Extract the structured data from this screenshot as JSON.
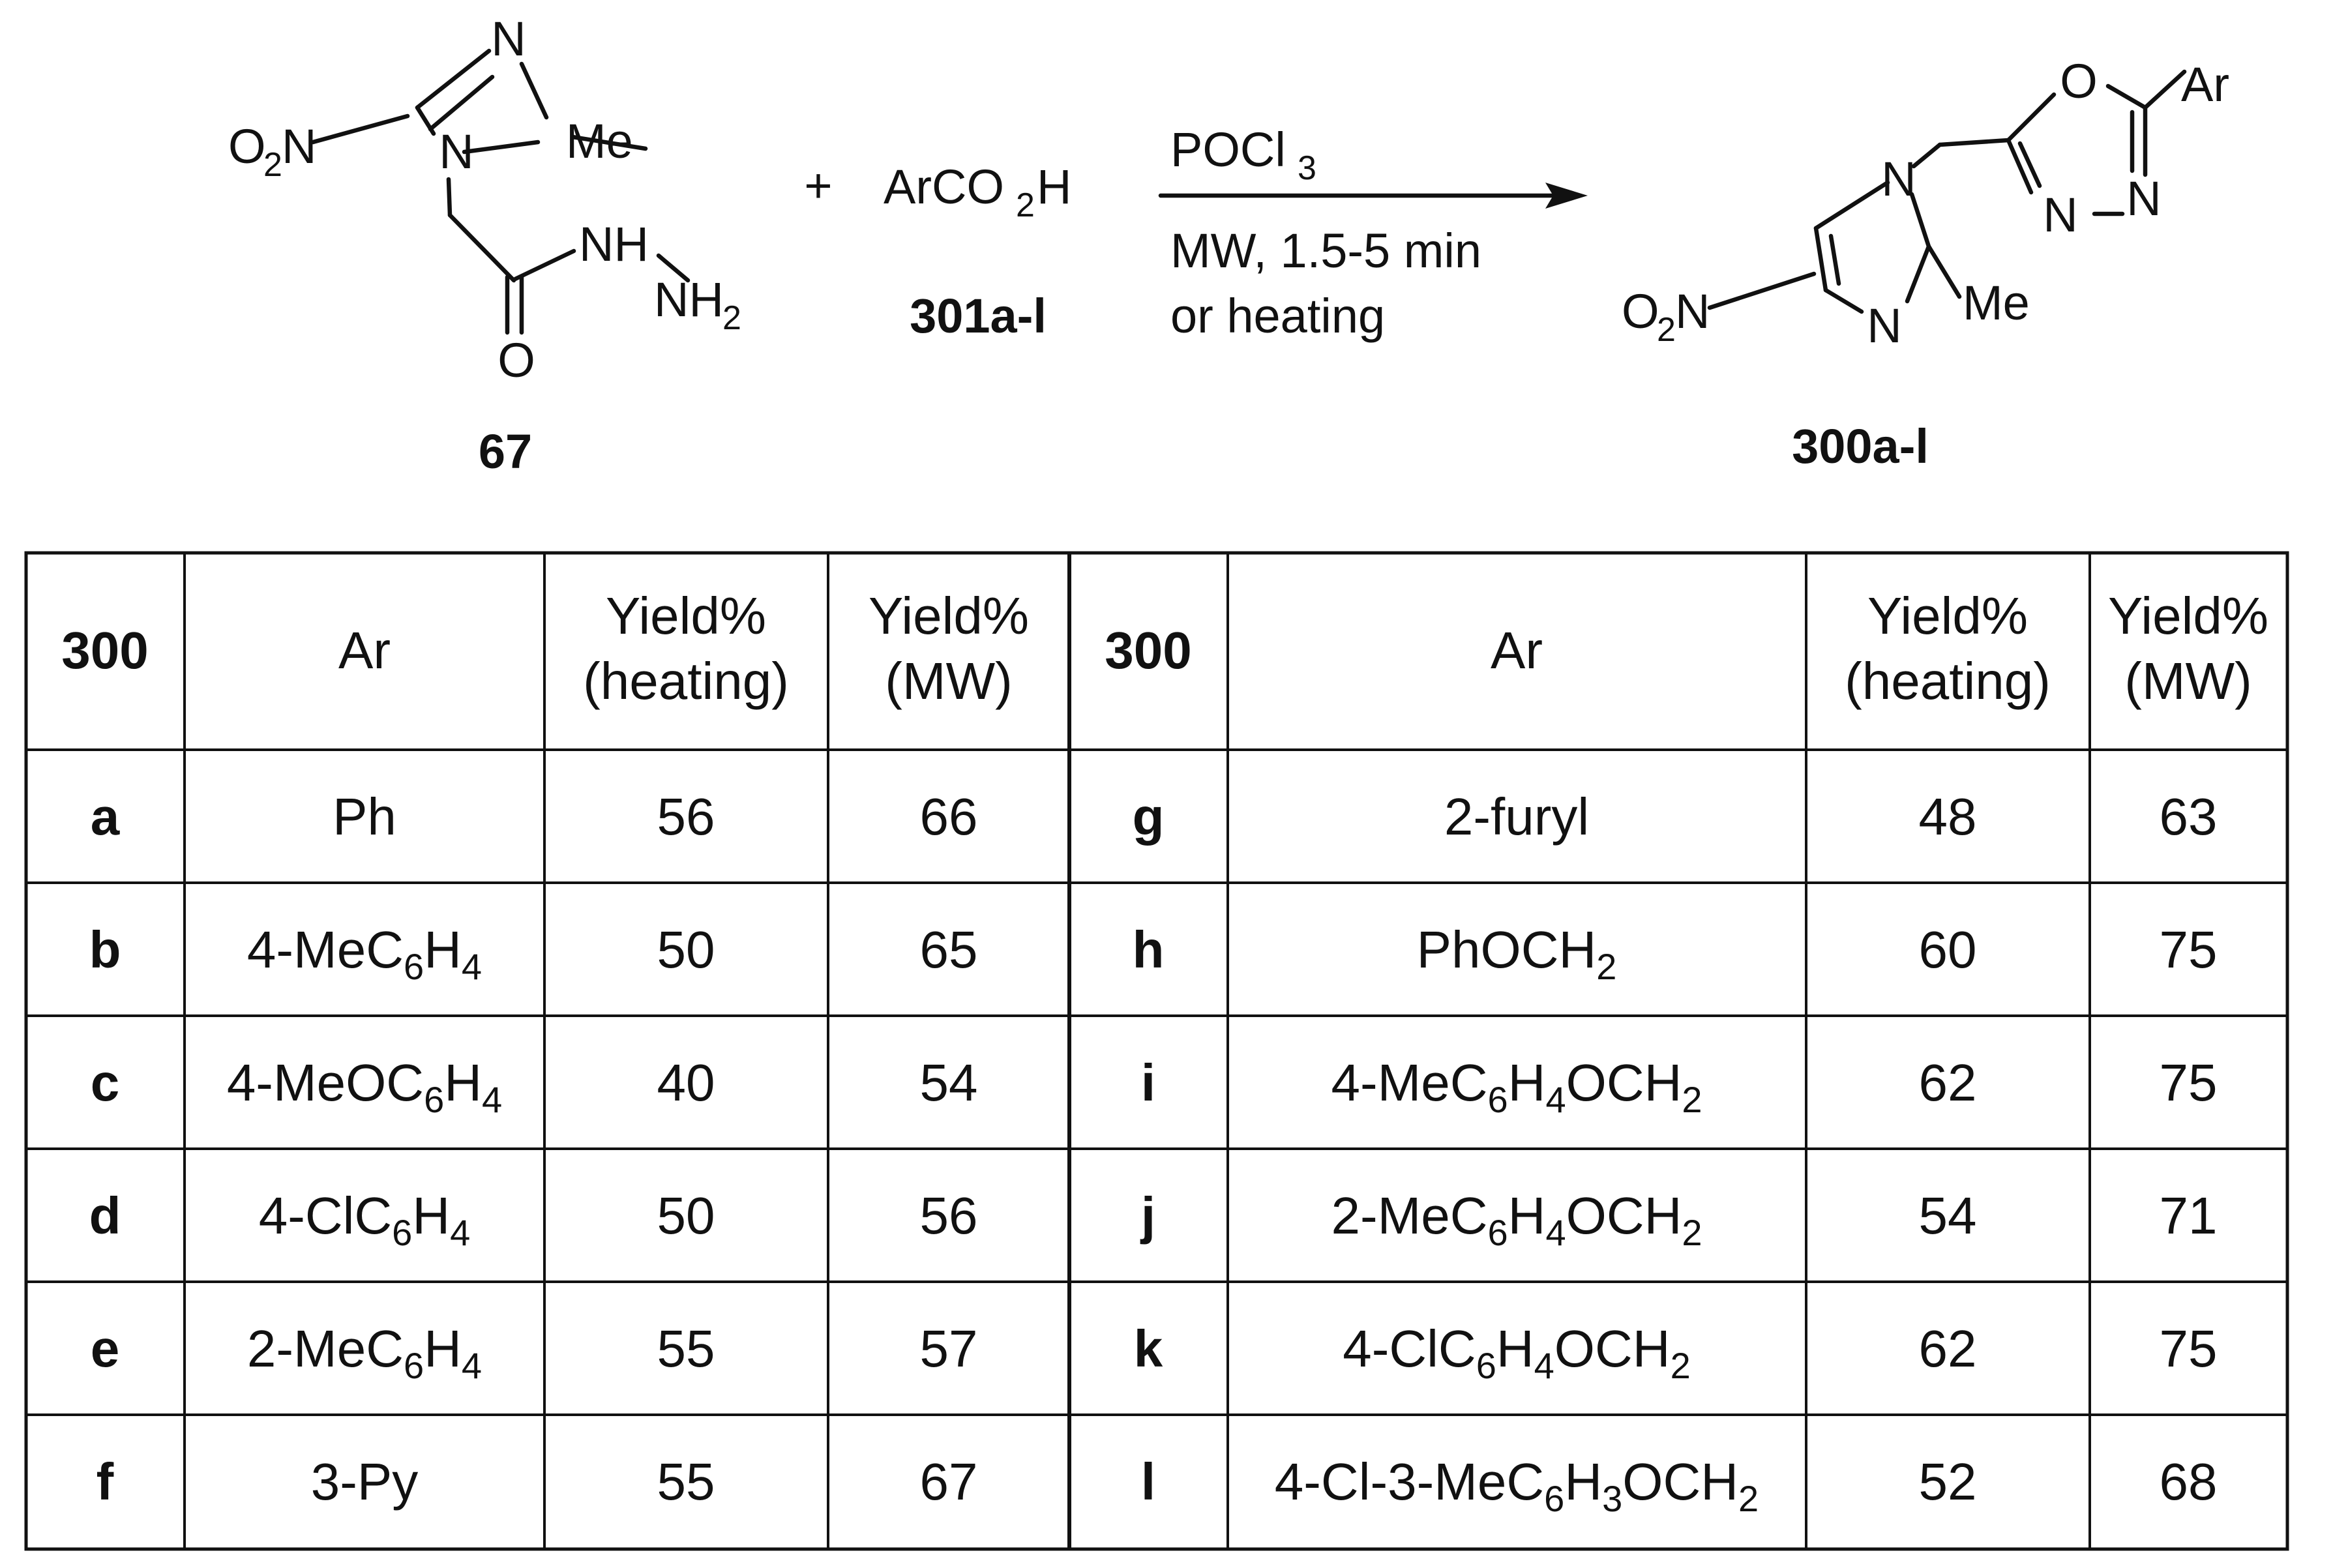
{
  "reagents": {
    "plus": "+",
    "acid_prefix": "ArCO",
    "acid_sub": "2",
    "acid_suffix": "H",
    "acid_id": "301a-l",
    "above_arrow_main": "POCl",
    "above_arrow_sub": "3",
    "below_arrow_line1": "MW, 1.5-5 min",
    "below_arrow_line2": "or heating"
  },
  "compounds": {
    "start_id": "67",
    "product_id": "300a-l"
  },
  "atoms": {
    "n": "N",
    "o": "O",
    "me": "Me",
    "nh": "NH",
    "nh2_main": "NH",
    "nh2_sub": "2",
    "o2n_o": "O",
    "o2n_sub": "2",
    "o2n_n": "N",
    "ar": "Ar"
  },
  "table": {
    "headers": {
      "compound": "300",
      "ar": "Ar",
      "yield_heating_line1": "Yield%",
      "yield_heating_line2": "(heating)",
      "yield_mw_line1": "Yield%",
      "yield_mw_line2": "(MW)"
    },
    "left_rows": [
      {
        "id": "a",
        "ar_parts": [
          {
            "t": "Ph",
            "s": false
          }
        ],
        "heating": "56",
        "mw": "66"
      },
      {
        "id": "b",
        "ar_parts": [
          {
            "t": "4-MeC",
            "s": false
          },
          {
            "t": "6",
            "s": true
          },
          {
            "t": "H",
            "s": false
          },
          {
            "t": "4",
            "s": true
          }
        ],
        "heating": "50",
        "mw": "65"
      },
      {
        "id": "c",
        "ar_parts": [
          {
            "t": "4-MeOC",
            "s": false
          },
          {
            "t": "6",
            "s": true
          },
          {
            "t": "H",
            "s": false
          },
          {
            "t": "4",
            "s": true
          }
        ],
        "heating": "40",
        "mw": "54"
      },
      {
        "id": "d",
        "ar_parts": [
          {
            "t": "4-ClC",
            "s": false
          },
          {
            "t": "6",
            "s": true
          },
          {
            "t": "H",
            "s": false
          },
          {
            "t": "4",
            "s": true
          }
        ],
        "heating": "50",
        "mw": "56"
      },
      {
        "id": "e",
        "ar_parts": [
          {
            "t": "2-MeC",
            "s": false
          },
          {
            "t": "6",
            "s": true
          },
          {
            "t": "H",
            "s": false
          },
          {
            "t": "4",
            "s": true
          }
        ],
        "heating": "55",
        "mw": "57"
      },
      {
        "id": "f",
        "ar_parts": [
          {
            "t": "3-Py",
            "s": false
          }
        ],
        "heating": "55",
        "mw": "67"
      }
    ],
    "right_rows": [
      {
        "id": "g",
        "ar_parts": [
          {
            "t": "2-furyl",
            "s": false
          }
        ],
        "heating": "48",
        "mw": "63"
      },
      {
        "id": "h",
        "ar_parts": [
          {
            "t": "PhOCH",
            "s": false
          },
          {
            "t": "2",
            "s": true
          }
        ],
        "heating": "60",
        "mw": "75"
      },
      {
        "id": "i",
        "ar_parts": [
          {
            "t": "4-MeC",
            "s": false
          },
          {
            "t": "6",
            "s": true
          },
          {
            "t": "H",
            "s": false
          },
          {
            "t": "4",
            "s": true
          },
          {
            "t": "OCH",
            "s": false
          },
          {
            "t": "2",
            "s": true
          }
        ],
        "heating": "62",
        "mw": "75"
      },
      {
        "id": "j",
        "ar_parts": [
          {
            "t": "2-MeC",
            "s": false
          },
          {
            "t": "6",
            "s": true
          },
          {
            "t": "H",
            "s": false
          },
          {
            "t": "4",
            "s": true
          },
          {
            "t": "OCH",
            "s": false
          },
          {
            "t": "2",
            "s": true
          }
        ],
        "heating": "54",
        "mw": "71"
      },
      {
        "id": "k",
        "ar_parts": [
          {
            "t": "4-ClC",
            "s": false
          },
          {
            "t": "6",
            "s": true
          },
          {
            "t": "H",
            "s": false
          },
          {
            "t": "4",
            "s": true
          },
          {
            "t": "OCH",
            "s": false
          },
          {
            "t": "2",
            "s": true
          }
        ],
        "heating": "62",
        "mw": "75"
      },
      {
        "id": "l",
        "ar_parts": [
          {
            "t": "4-Cl-3-MeC",
            "s": false
          },
          {
            "t": "6",
            "s": true
          },
          {
            "t": "H",
            "s": false
          },
          {
            "t": "3",
            "s": true
          },
          {
            "t": "OCH",
            "s": false
          },
          {
            "t": "2",
            "s": true
          }
        ],
        "heating": "52",
        "mw": "68"
      }
    ]
  }
}
